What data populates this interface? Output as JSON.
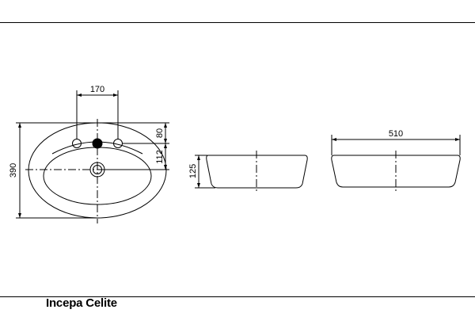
{
  "brand": "Incepa Celite",
  "top_view": {
    "dim_hole_spacing": "170",
    "dim_overall_depth": "390",
    "dim_deck_to_holes": "80",
    "dim_holes_to_drain": "112"
  },
  "side_view": {
    "dim_height": "125"
  },
  "front_view": {
    "dim_width": "510"
  }
}
